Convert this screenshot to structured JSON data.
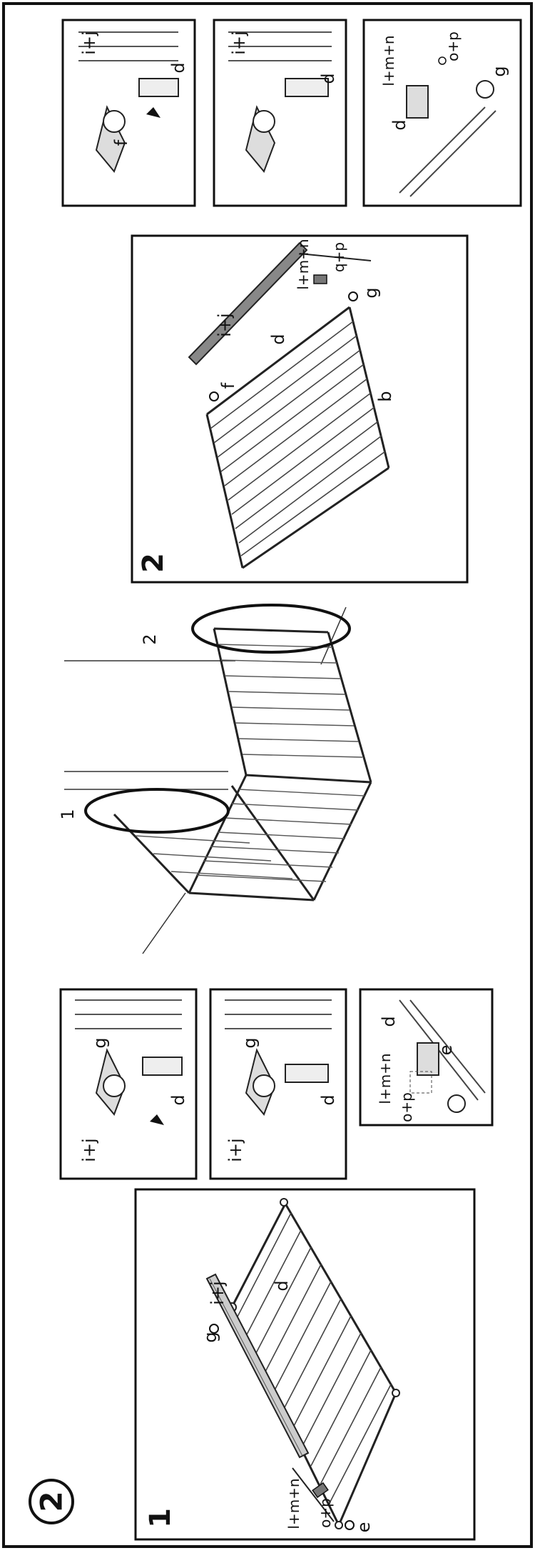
{
  "step_badge": "2",
  "panel_1": {
    "number": "1",
    "labels": {
      "ij": "i+j",
      "d": "d",
      "g": "g",
      "lmn": "l+m+n",
      "op": "o+p",
      "e": "e"
    }
  },
  "detail_1a": {
    "ij": "i+j",
    "g": "g",
    "d": "d"
  },
  "detail_1b": {
    "ij": "i+j",
    "g": "g",
    "d": "d"
  },
  "detail_1c": {
    "d": "d",
    "lmn": "l+m+n",
    "e": "e",
    "op": "o+p"
  },
  "overview": {
    "callout_1": "1",
    "callout_2": "2"
  },
  "panel_2": {
    "number": "2",
    "labels": {
      "ij": "i+j",
      "d": "d",
      "f": "f",
      "lmn": "l+m+n",
      "qp": "q+p",
      "g": "g",
      "b": "b"
    }
  },
  "detail_2a": {
    "ij": "i+j",
    "f": "f",
    "d": "d"
  },
  "detail_2b": {
    "ij": "i+j",
    "d": "d"
  },
  "detail_2c": {
    "d": "d",
    "lmn": "l+m+n",
    "op": "o+p",
    "g": "g"
  }
}
